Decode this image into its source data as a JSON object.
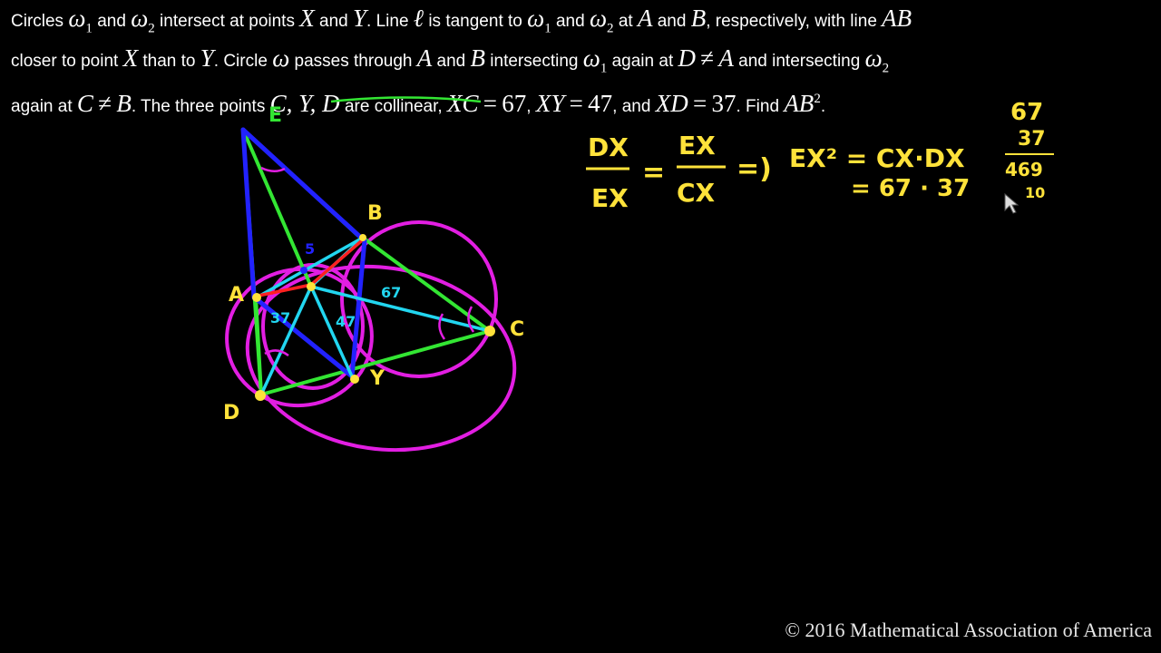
{
  "problem": {
    "s1": "Circles ",
    "w1": "ω",
    "one": "1",
    "and": " and ",
    "w2": "ω",
    "two": "2",
    "s2": " intersect at points ",
    "X": "X",
    "Y": "Y",
    "s3": ". Line ",
    "ell": "ℓ",
    "s4": " is tangent to ",
    "A": "A",
    "B": "B",
    "s5": ", respectively, with line ",
    "AB": "AB",
    "s6": "closer to point ",
    "s7": " than to ",
    "s8": ". Circle ",
    "w": "ω",
    "s9": " passes through ",
    "s10": " intersecting ",
    "s11": " again at ",
    "D": "D",
    "ne": "≠",
    "s12": " and intersecting ",
    "s13": "again at ",
    "C": "C",
    "s14": ". The three points ",
    "CYD": "C, Y, D",
    "s15": " are collinear, ",
    "XC": "XC",
    "eq": "=",
    "v67": "67",
    "XY": "XY",
    "v47": "47",
    "s16": ", and ",
    "XD": "XD",
    "v37": "37",
    "s17": ". Find ",
    "exp2": "2",
    "end": "."
  },
  "diagram": {
    "labels": {
      "E": "E",
      "B": "B",
      "A": "A",
      "C": "C",
      "D": "D",
      "Y": "Y"
    },
    "segment_labels": {
      "s5": "5",
      "s67": "67",
      "s37": "37",
      "s47": "47"
    }
  },
  "notes": {
    "dx": "DX",
    "ex_left": "EX",
    "eq1": "=",
    "ex_right": "EX",
    "cx": "CX",
    "implies": "=)",
    "eq_line": "EX² = CX·DX",
    "eq_line2": "= 67 · 37"
  },
  "calc": {
    "r1": "67",
    "r2": "37",
    "r3": "469",
    "r4": "10"
  },
  "copyright": "© 2016 Mathematical Association of America"
}
